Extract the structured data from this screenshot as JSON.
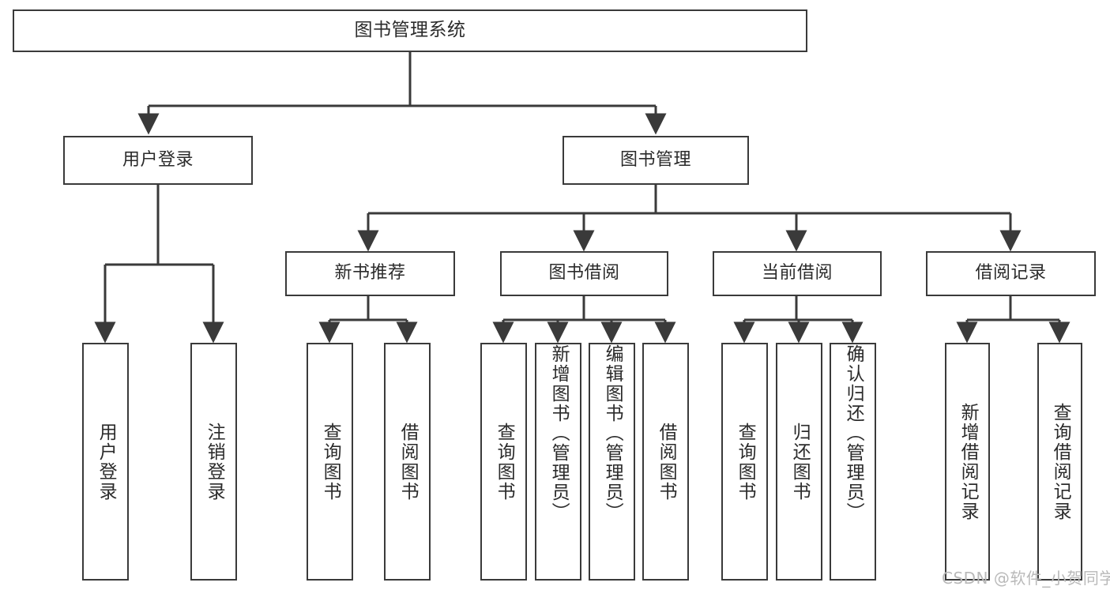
{
  "diagram": {
    "title_node": {
      "label": "图书管理系统"
    },
    "level2": [
      {
        "id": "user-login",
        "label": "用户登录"
      },
      {
        "id": "book-management",
        "label": "图书管理"
      }
    ],
    "level3": [
      {
        "id": "new-book-recommend",
        "label": "新书推荐"
      },
      {
        "id": "book-borrow",
        "label": "图书借阅"
      },
      {
        "id": "current-borrow",
        "label": "当前借阅"
      },
      {
        "id": "borrow-record",
        "label": "借阅记录"
      }
    ],
    "leaves": {
      "user_login": [
        {
          "id": "leaf-user-login",
          "label": "用户登录"
        },
        {
          "id": "leaf-logout-login",
          "label": "注销登录"
        }
      ],
      "new_book_recommend": [
        {
          "id": "leaf-query-book-1",
          "label": "查询图书"
        },
        {
          "id": "leaf-borrow-book-1",
          "label": "借阅图书"
        }
      ],
      "book_borrow": [
        {
          "id": "leaf-query-book-2",
          "label": "查询图书"
        },
        {
          "id": "leaf-add-book",
          "label": "新增图书（管理员）"
        },
        {
          "id": "leaf-edit-book",
          "label": "编辑图书（管理员）"
        },
        {
          "id": "leaf-borrow-book-2",
          "label": "借阅图书"
        }
      ],
      "current_borrow": [
        {
          "id": "leaf-query-book-3",
          "label": "查询图书"
        },
        {
          "id": "leaf-return-book",
          "label": "归还图书"
        },
        {
          "id": "leaf-confirm-return",
          "label": "确认归还（管理员）"
        }
      ],
      "borrow_record": [
        {
          "id": "leaf-add-record",
          "label": "新增借阅记录"
        },
        {
          "id": "leaf-query-record",
          "label": "查询借阅记录"
        }
      ]
    }
  },
  "watermark": {
    "text": "CSDN @软件_小贺同学"
  },
  "colors": {
    "line": "#3a3a3a",
    "box_border": "#3a3a3a",
    "text": "#2b2b2b",
    "background": "#ffffff",
    "watermark": "#b9b9b9"
  }
}
